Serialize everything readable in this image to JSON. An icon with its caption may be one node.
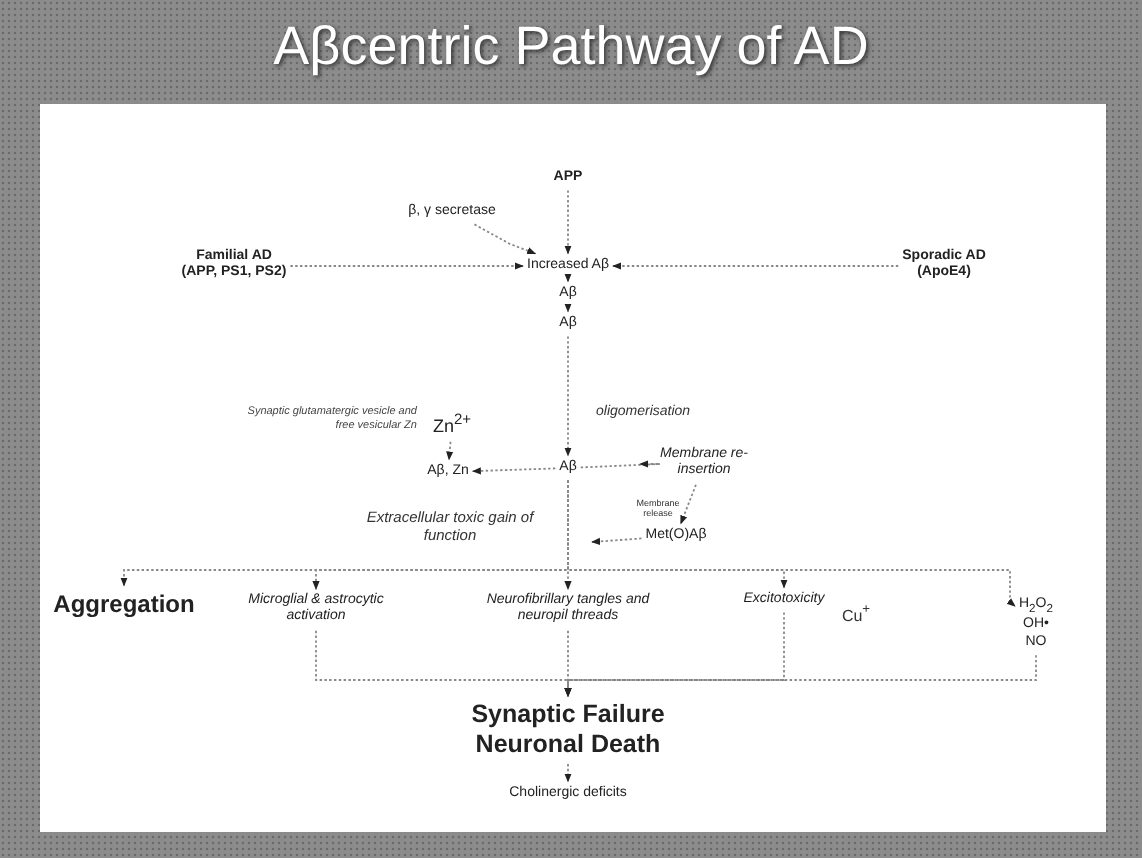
{
  "diagram": {
    "title": "Aβcentric Pathway of AD",
    "nodes": [
      {
        "text": [
          "APP"
        ]
      },
      {
        "text": [
          "β, γ secretase"
        ]
      },
      {
        "text": [
          "Familial AD",
          "(APP, PS1, PS2)"
        ]
      },
      {
        "text": [
          "Increased Aβ"
        ]
      },
      {
        "text": [
          "Sporadic AD",
          "(ApoE4)"
        ]
      },
      {
        "text": [
          "Aβ"
        ]
      },
      {
        "text": [
          "Aβ"
        ]
      },
      {
        "text": [
          "Zn$^{2+}$"
        ],
        "beside": [
          "Synaptic glutamatergic vesicle and free vesicular Zn"
        ]
      },
      {
        "text": [
          "Aβ, Zn"
        ]
      },
      {
        "text": [
          "Aβ"
        ]
      },
      {
        "text": [
          "Membrane re-insertion"
        ]
      },
      {
        "text": [
          "Met(O)Aβ"
        ]
      },
      {
        "text": [
          "Aggregation"
        ]
      },
      {
        "text": [
          "Microglial & astrocytic activation"
        ]
      },
      {
        "text": [
          "Neurofibrillary tangles and neuropil threads"
        ]
      },
      {
        "text": [
          "Excitotoxicity"
        ]
      },
      {
        "text": [
          "H$_{2}$O$_{2}$",
          "OH•",
          "NO"
        ]
      },
      {
        "text": [
          "Synaptic Failure",
          "Neuronal Death"
        ]
      },
      {
        "text": [
          "Cholinergic deficits"
        ]
      }
    ],
    "edges": [
      {
        "from": 0,
        "to": 3,
        "arrow": "to"
      },
      {
        "from": 1,
        "to": 3,
        "arrow": "to"
      },
      {
        "from": 2,
        "to": 3,
        "arrow": "to"
      },
      {
        "from": 4,
        "to": 3,
        "arrow": "to"
      },
      {
        "from": 3,
        "to": 5,
        "arrow": "to"
      },
      {
        "from": 5,
        "to": 6,
        "arrow": "to"
      },
      {
        "from": 6,
        "to": 9,
        "arrow": "to",
        "label": "oligomerisation"
      },
      {
        "from": 7,
        "to": 8,
        "arrow": "to"
      },
      {
        "from": 9,
        "to": 8,
        "arrow": "to"
      },
      {
        "from": 9,
        "to": 10,
        "arrow": "to"
      },
      {
        "from": 10,
        "to": 11,
        "arrow": "to"
      },
      {
        "from": 11,
        "to": null,
        "arrow": "to"
      },
      {
        "from": 9,
        "to": 12,
        "arrow": "to"
      },
      {
        "from": 9,
        "to": 13,
        "arrow": "to"
      },
      {
        "from": 9,
        "to": 14,
        "arrow": "to"
      },
      {
        "from": 9,
        "to": 15,
        "arrow": "to"
      },
      {
        "from": 9,
        "to": 16,
        "arrow": "to"
      },
      {
        "from": 13,
        "to": 17,
        "arrow": "to"
      },
      {
        "from": 14,
        "to": 17,
        "arrow": "to"
      },
      {
        "from": 15,
        "to": 17,
        "arrow": "to"
      },
      {
        "from": 16,
        "to": 17,
        "arrow": "to"
      },
      {
        "from": 17,
        "to": 18,
        "arrow": "to"
      }
    ],
    "labels": [
      "Extracellular toxic gain of function",
      "Membrane release",
      "Cu$^{+}$"
    ]
  }
}
